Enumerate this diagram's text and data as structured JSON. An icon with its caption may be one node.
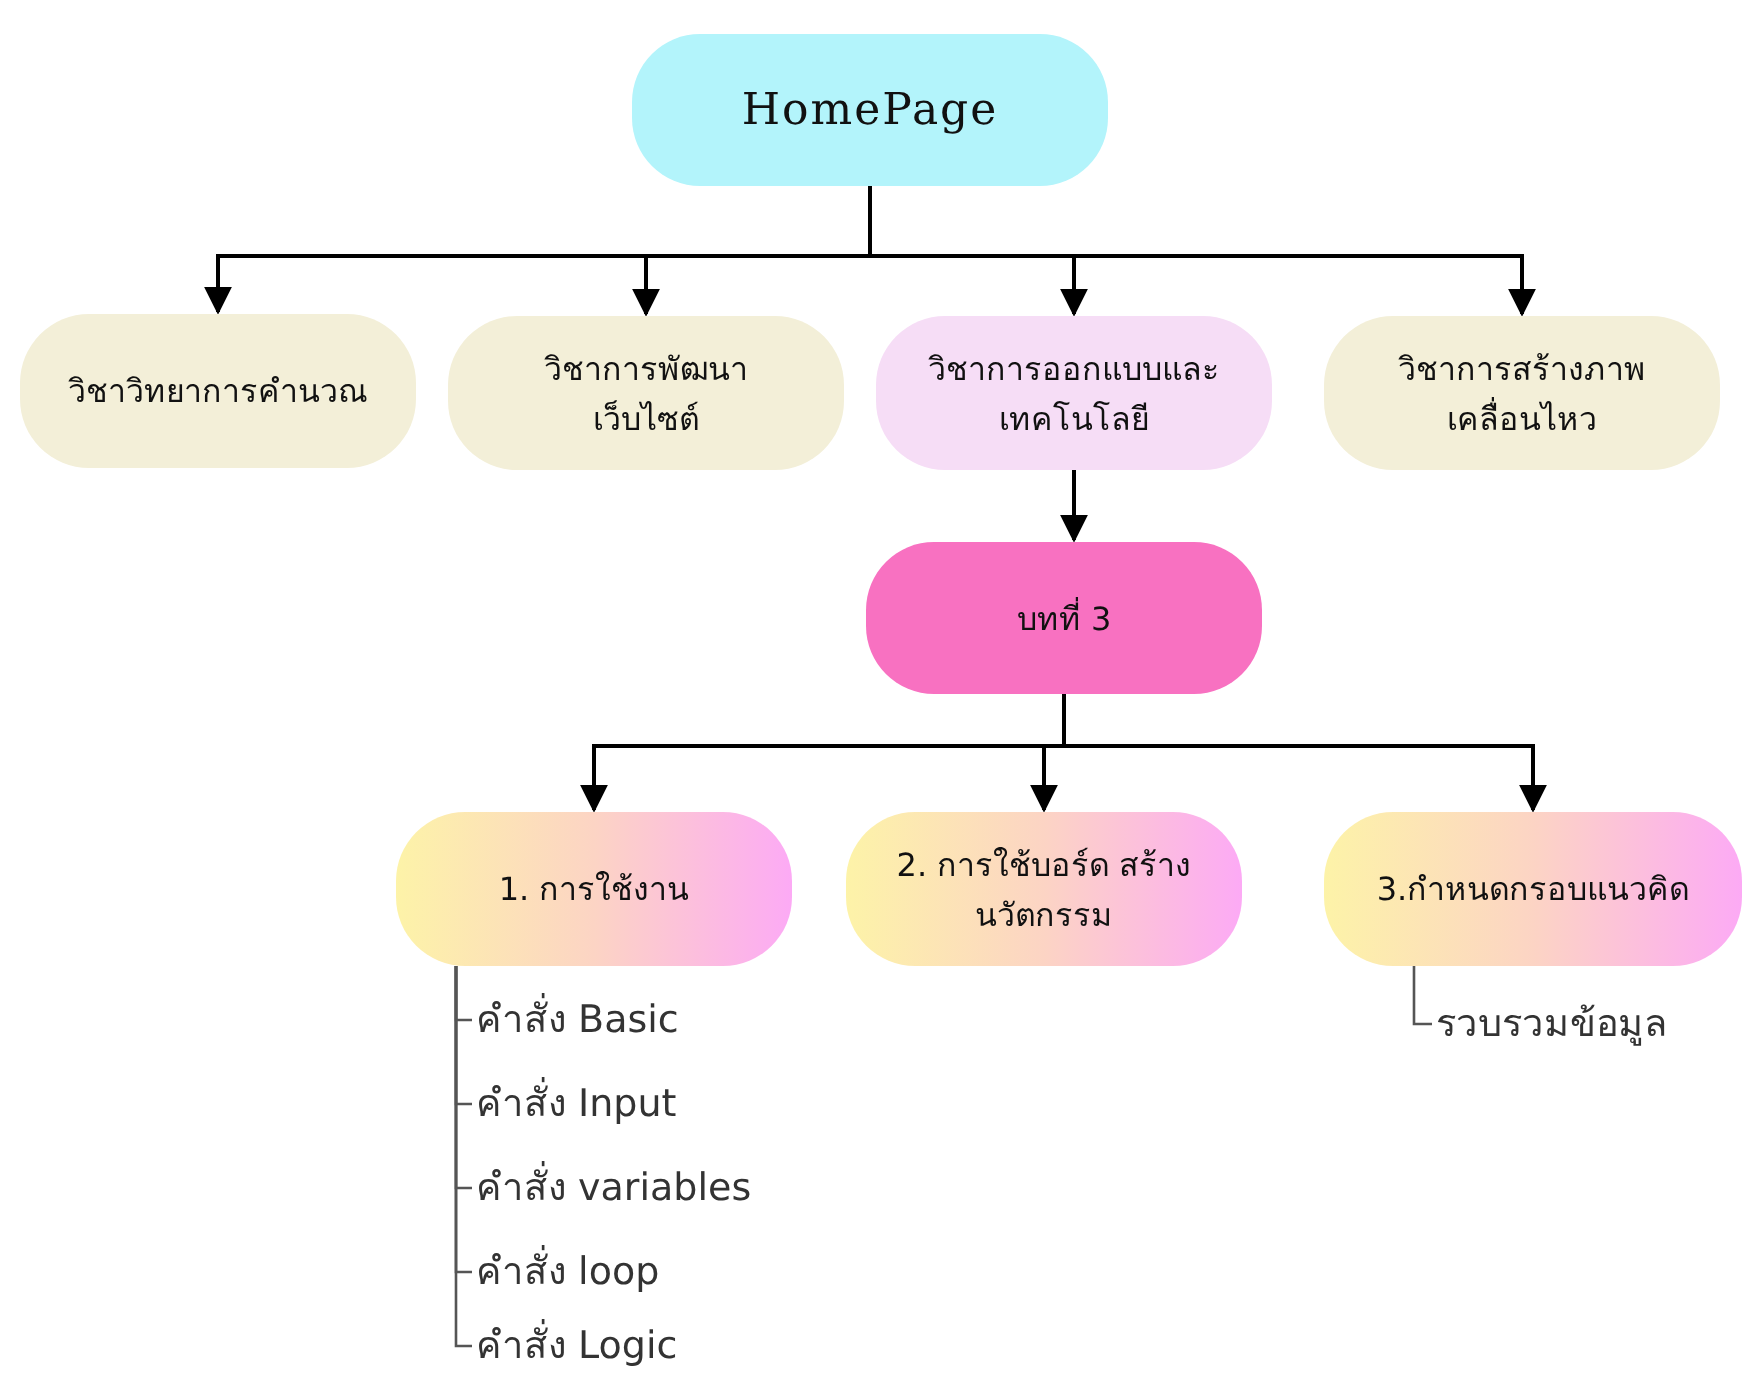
{
  "diagram": {
    "nodes": [
      {
        "text": [
          "HomePage"
        ]
      },
      {
        "text": [
          "วิชาวิทยาการคำนวณ"
        ]
      },
      {
        "text": [
          "วิชาการพัฒนาเว็บไซต์"
        ]
      },
      {
        "text": [
          "วิชาการออกแบบและ เทคโนโลยี"
        ]
      },
      {
        "text": [
          "วิชาการสร้างภาพ เคลื่อนไหว"
        ]
      },
      {
        "text": [
          "บทที่ 3"
        ]
      },
      {
        "text": [
          "1. การใช้งาน"
        ]
      },
      {
        "text": [
          "2. การใช้บอร์ด สร้างนวัตกรรม"
        ]
      },
      {
        "text": [
          "3.กำหนดกรอบแนวคิด"
        ]
      },
      {
        "text": [
          "คำสั่ง Basic"
        ]
      },
      {
        "text": [
          "คำสั่ง Input"
        ]
      },
      {
        "text": [
          "คำสั่ง variables"
        ]
      },
      {
        "text": [
          "คำสั่ง loop"
        ]
      },
      {
        "text": [
          "คำสั่ง Logic"
        ]
      },
      {
        "text": [
          "รวบรวมข้อมูล"
        ]
      }
    ],
    "edges": [
      {
        "from": 0,
        "to": 1,
        "arrow": "to"
      },
      {
        "from": 0,
        "to": 2,
        "arrow": "to"
      },
      {
        "from": 0,
        "to": 3,
        "arrow": "to"
      },
      {
        "from": 0,
        "to": 4,
        "arrow": "to"
      },
      {
        "from": 3,
        "to": 5,
        "arrow": "to"
      },
      {
        "from": 5,
        "to": 6,
        "arrow": "to"
      },
      {
        "from": 5,
        "to": 7,
        "arrow": "to"
      },
      {
        "from": 5,
        "to": 8,
        "arrow": "to"
      },
      {
        "from": 6,
        "to": 9,
        "arrow": "none"
      },
      {
        "from": 6,
        "to": 10,
        "arrow": "none"
      },
      {
        "from": 6,
        "to": 11,
        "arrow": "none"
      },
      {
        "from": 6,
        "to": 12,
        "arrow": "none"
      },
      {
        "from": 6,
        "to": 13,
        "arrow": "none"
      },
      {
        "from": 8,
        "to": 14,
        "arrow": "none"
      }
    ]
  }
}
